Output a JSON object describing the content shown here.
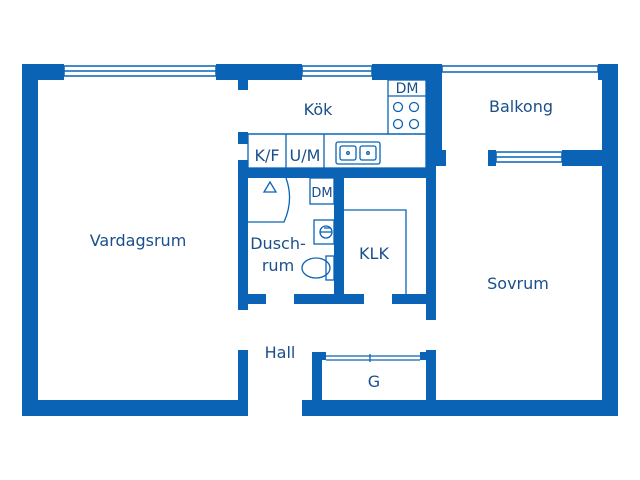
{
  "colors": {
    "wall": "#0a63b5",
    "fixture": "#0a63b5",
    "label": "#1a4f8b",
    "background": "#ffffff"
  },
  "rooms": {
    "vardagsrum": "Vardagsrum",
    "kok": "Kök",
    "balkong": "Balkong",
    "sovrum": "Sovrum",
    "hall": "Hall",
    "dusch_line1": "Dusch-",
    "dusch_line2": "rum",
    "klk": "KLK",
    "g": "G"
  },
  "fixtures": {
    "dm_kitchen": "DM",
    "dm_bath": "DM",
    "kf": "K/F",
    "um": "U/M"
  },
  "icons": [
    "stove-icon",
    "sink-icon",
    "toilet-icon",
    "washbasin-icon",
    "shower-icon"
  ]
}
